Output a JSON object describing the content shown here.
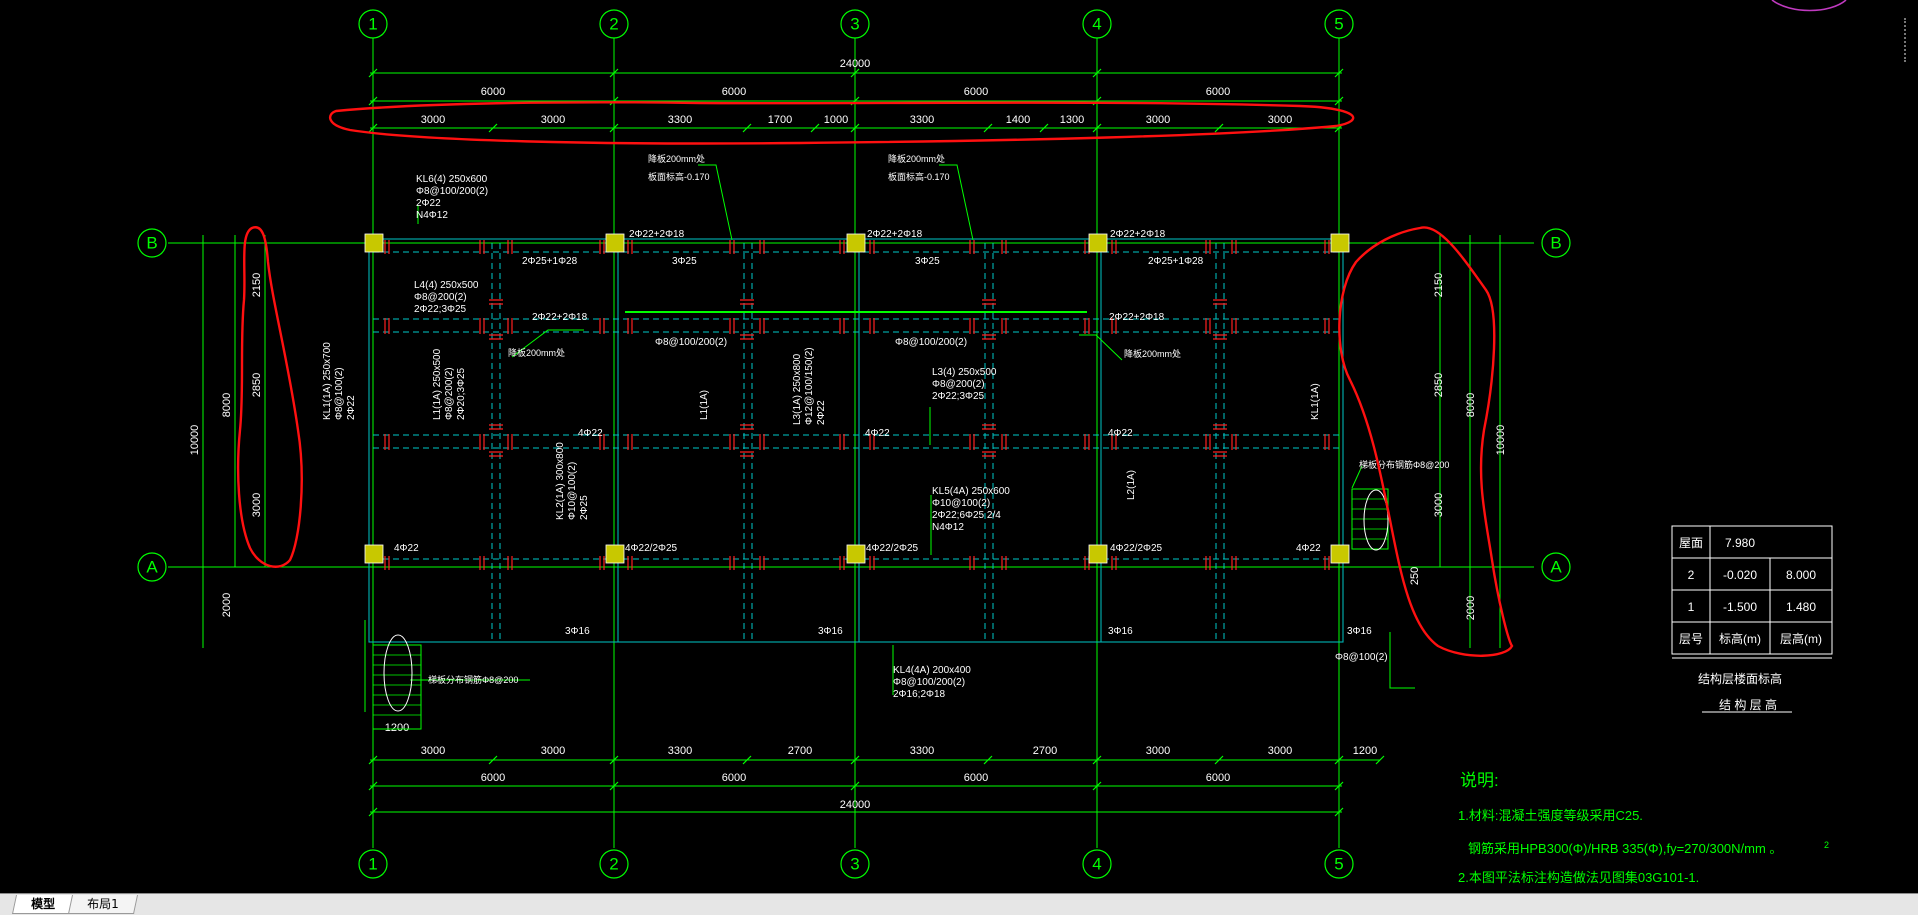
{
  "tabs": [
    {
      "label": "模型",
      "active": true
    },
    {
      "label": "布局1",
      "active": false
    }
  ],
  "axes": {
    "columns": [
      "1",
      "2",
      "3",
      "4",
      "5"
    ],
    "rows": [
      "B",
      "A"
    ]
  },
  "dimensions": {
    "top_total": "24000",
    "top_bays": [
      "6000",
      "6000",
      "6000",
      "6000"
    ],
    "top_segments": [
      "3000",
      "3000",
      "3300",
      "1700",
      "1000",
      "3300",
      "1400",
      "1300",
      "3000",
      "3000"
    ],
    "bottom_segments": [
      "3000",
      "3000",
      "3300",
      "2700",
      "3300",
      "2700",
      "3000",
      "3000",
      "1200"
    ],
    "bottom_bays": [
      "6000",
      "6000",
      "6000",
      "6000"
    ],
    "bottom_total": "24000",
    "left_dims": [
      "2150",
      "2850",
      "3000"
    ],
    "left_8000": "8000",
    "left_total": "10000",
    "left_2000": "2000",
    "right_dims": [
      "2150",
      "2850",
      "3000"
    ],
    "right_8000": "8000",
    "right_total": "10000",
    "right_250": "250",
    "right_2000": "2000",
    "stair_1200": "1200"
  },
  "beam_labels": [
    "KL6(4) 250x600",
    "Φ8@100/200(2)",
    "2Φ22",
    "N4Φ12",
    "2Φ22+2Φ18",
    "2Φ22+2Φ18",
    "2Φ22+2Φ18",
    "2Φ25+1Φ28",
    "3Φ25",
    "3Φ25",
    "2Φ25+1Φ28",
    "L4(4) 250x500",
    "Φ8@200(2)",
    "2Φ22;3Φ25",
    "2Φ22+2Φ18",
    "2Φ22+2Φ18",
    "Φ8@100/200(2)",
    "Φ8@100/200(2)",
    "4Φ22",
    "4Φ22",
    "4Φ22",
    "KL1(1A) 250x700",
    "Φ8@100(2)",
    "2Φ22",
    "L1(1A) 250x500",
    "Φ8@200(2)",
    "2Φ20;3Φ25",
    "L3(1A) 250x800",
    "Φ12@100/150(2)",
    "2Φ22",
    "L3(4) 250x500",
    "Φ8@200(2)",
    "2Φ22;3Φ25",
    "KL2(1A) 300x800",
    "Φ10@100(2)",
    "2Φ25",
    "KL5(4A) 250x600",
    "Φ10@100(2)",
    "2Φ22;6Φ25 2/4",
    "N4Φ12",
    "4Φ22",
    "4Φ22/2Φ25",
    "4Φ22/2Φ25",
    "4Φ22/2Φ25",
    "4Φ22",
    "3Φ16",
    "3Φ16",
    "3Φ16",
    "3Φ16",
    "KL4(4A) 200x400",
    "Φ8@100/200(2)",
    "2Φ16;2Φ18",
    "Φ8@100(2)",
    "L1(1A)",
    "L2(1A)",
    "KL1(1A)"
  ],
  "notes_small": [
    "板面标高-0.170",
    "降板200mm处",
    "梯板分布钢筋Φ8@200"
  ],
  "floor_table": {
    "rows": [
      {
        "floor": "屋面",
        "elev": "7.980",
        "height": ""
      },
      {
        "floor": "2",
        "elev": "-0.020",
        "height": "8.000"
      },
      {
        "floor": "1",
        "elev": "-1.500",
        "height": "1.480"
      },
      {
        "floor": "层号",
        "elev": "标高(m)",
        "height": "层高(m)"
      }
    ],
    "title": "结构层楼面标高",
    "subtitle": "结 构 层 高"
  },
  "notes": {
    "heading": "说明:",
    "line1": "1.材料:混凝土强度等级采用C25.",
    "line2": "钢筋采用HPB300(Φ)/HRB 335(Φ),fy=270/300N/mm  。",
    "line2_sup": "2",
    "line3": "2.本图平法标注构造做法见图集03G101-1."
  },
  "colors": {
    "background": "#000000",
    "dimension": "#00ff00",
    "beam_dash": "#00c8c8",
    "beam_solid": "#00b4b4",
    "column": "#c8c800",
    "rebar": "#ff2020",
    "markup": "#ff1010",
    "text": "#ffffff",
    "table": "#ffffff",
    "notes": "#00ff00"
  }
}
